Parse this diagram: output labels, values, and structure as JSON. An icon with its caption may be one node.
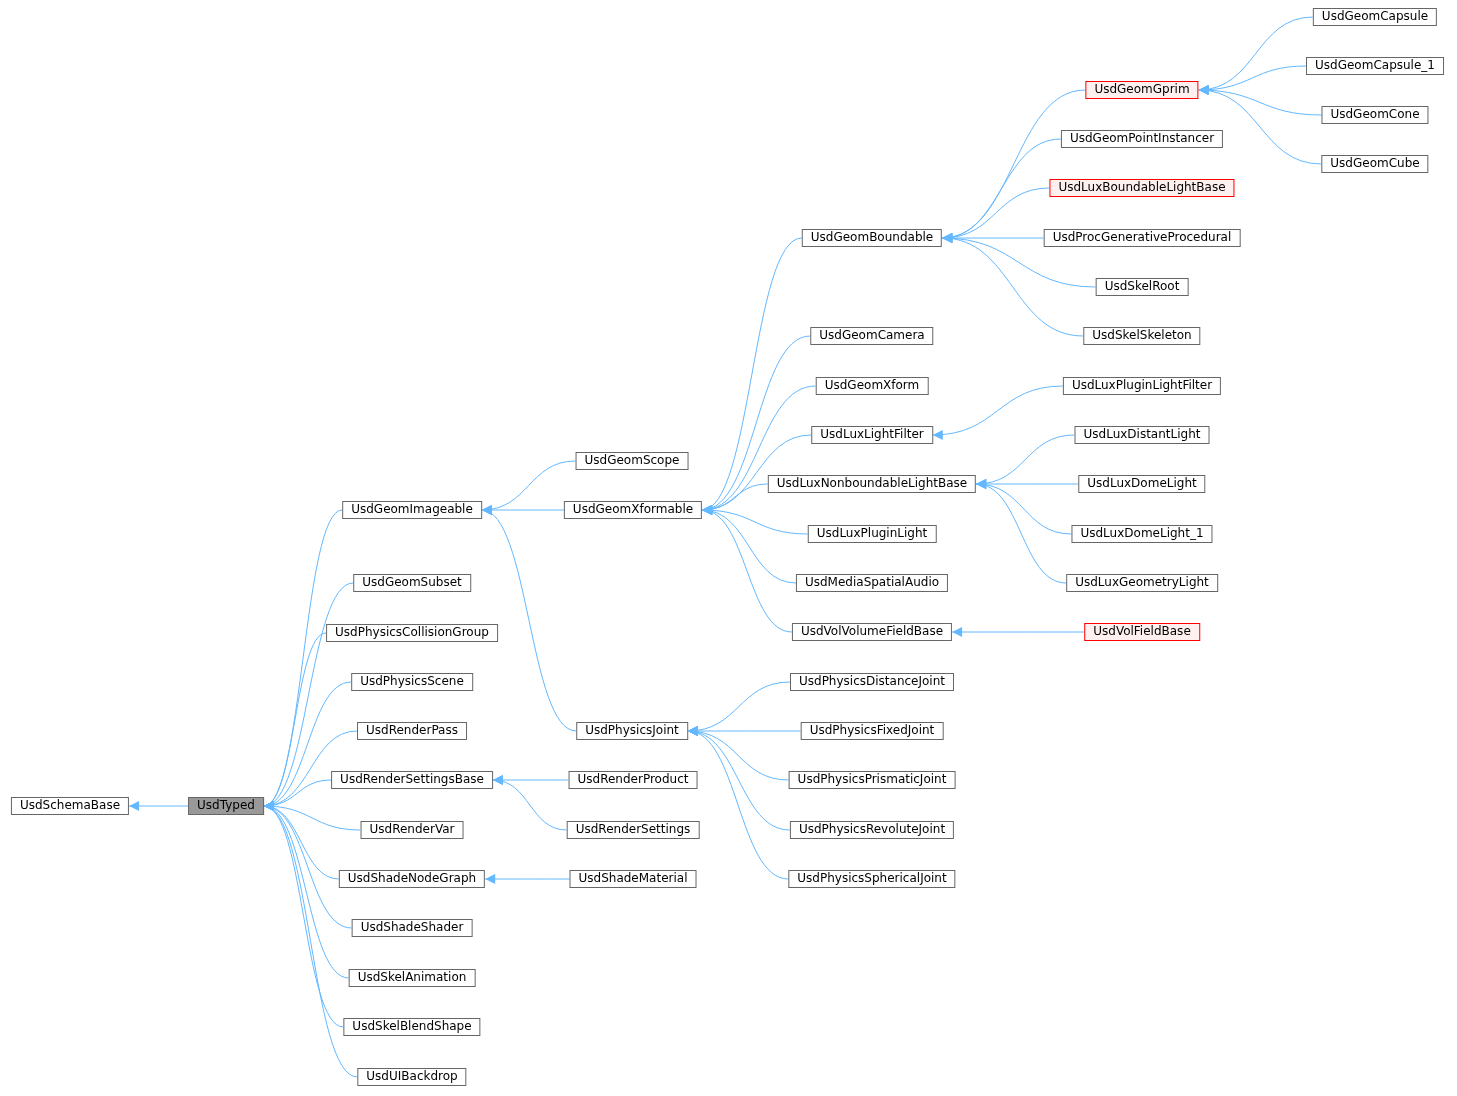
{
  "diagram": {
    "nodes": [
      {
        "text": [
          "UsdSchemaBase"
        ]
      },
      {
        "text": [
          "UsdTyped"
        ]
      },
      {
        "text": [
          "UsdGeomImageable"
        ]
      },
      {
        "text": [
          "UsdGeomSubset"
        ]
      },
      {
        "text": [
          "UsdPhysicsCollisionGroup"
        ]
      },
      {
        "text": [
          "UsdPhysicsScene"
        ]
      },
      {
        "text": [
          "UsdRenderPass"
        ]
      },
      {
        "text": [
          "UsdRenderSettingsBase"
        ]
      },
      {
        "text": [
          "UsdRenderVar"
        ]
      },
      {
        "text": [
          "UsdShadeNodeGraph"
        ]
      },
      {
        "text": [
          "UsdShadeShader"
        ]
      },
      {
        "text": [
          "UsdSkelAnimation"
        ]
      },
      {
        "text": [
          "UsdSkelBlendShape"
        ]
      },
      {
        "text": [
          "UsdUIBackdrop"
        ]
      },
      {
        "text": [
          "UsdGeomScope"
        ]
      },
      {
        "text": [
          "UsdGeomXformable"
        ]
      },
      {
        "text": [
          "UsdPhysicsJoint"
        ]
      },
      {
        "text": [
          "UsdRenderProduct"
        ]
      },
      {
        "text": [
          "UsdRenderSettings"
        ]
      },
      {
        "text": [
          "UsdShadeMaterial"
        ]
      },
      {
        "text": [
          "UsdGeomBoundable"
        ]
      },
      {
        "text": [
          "UsdGeomCamera"
        ]
      },
      {
        "text": [
          "UsdGeomXform"
        ]
      },
      {
        "text": [
          "UsdLuxLightFilter"
        ]
      },
      {
        "text": [
          "UsdLuxNonboundableLightBase"
        ]
      },
      {
        "text": [
          "UsdLuxPluginLight"
        ]
      },
      {
        "text": [
          "UsdMediaSpatialAudio"
        ]
      },
      {
        "text": [
          "UsdVolVolumeFieldBase"
        ]
      },
      {
        "text": [
          "UsdPhysicsDistanceJoint"
        ]
      },
      {
        "text": [
          "UsdPhysicsFixedJoint"
        ]
      },
      {
        "text": [
          "UsdPhysicsPrismaticJoint"
        ]
      },
      {
        "text": [
          "UsdPhysicsRevoluteJoint"
        ]
      },
      {
        "text": [
          "UsdPhysicsSphericalJoint"
        ]
      },
      {
        "text": [
          "UsdGeomGprim"
        ]
      },
      {
        "text": [
          "UsdGeomPointInstancer"
        ]
      },
      {
        "text": [
          "UsdLuxBoundableLightBase"
        ]
      },
      {
        "text": [
          "UsdProcGenerativeProcedural"
        ]
      },
      {
        "text": [
          "UsdSkelRoot"
        ]
      },
      {
        "text": [
          "UsdSkelSkeleton"
        ]
      },
      {
        "text": [
          "UsdLuxPluginLightFilter"
        ]
      },
      {
        "text": [
          "UsdLuxDistantLight"
        ]
      },
      {
        "text": [
          "UsdLuxDomeLight"
        ]
      },
      {
        "text": [
          "UsdLuxDomeLight_1"
        ]
      },
      {
        "text": [
          "UsdLuxGeometryLight"
        ]
      },
      {
        "text": [
          "UsdVolFieldBase"
        ]
      },
      {
        "text": [
          "UsdGeomCapsule"
        ]
      },
      {
        "text": [
          "UsdGeomCapsule_1"
        ]
      },
      {
        "text": [
          "UsdGeomCone"
        ]
      },
      {
        "text": [
          "UsdGeomCube"
        ]
      }
    ],
    "edges": [
      {
        "from": 1,
        "to": 0,
        "arrow": "to"
      },
      {
        "from": 2,
        "to": 1,
        "arrow": "to"
      },
      {
        "from": 3,
        "to": 1,
        "arrow": "to"
      },
      {
        "from": 4,
        "to": 1,
        "arrow": "to"
      },
      {
        "from": 5,
        "to": 1,
        "arrow": "to"
      },
      {
        "from": 6,
        "to": 1,
        "arrow": "to"
      },
      {
        "from": 7,
        "to": 1,
        "arrow": "to"
      },
      {
        "from": 8,
        "to": 1,
        "arrow": "to"
      },
      {
        "from": 9,
        "to": 1,
        "arrow": "to"
      },
      {
        "from": 10,
        "to": 1,
        "arrow": "to"
      },
      {
        "from": 11,
        "to": 1,
        "arrow": "to"
      },
      {
        "from": 12,
        "to": 1,
        "arrow": "to"
      },
      {
        "from": 13,
        "to": 1,
        "arrow": "to"
      },
      {
        "from": 14,
        "to": 2,
        "arrow": "to"
      },
      {
        "from": 15,
        "to": 2,
        "arrow": "to"
      },
      {
        "from": 16,
        "to": 2,
        "arrow": "to"
      },
      {
        "from": 17,
        "to": 7,
        "arrow": "to"
      },
      {
        "from": 18,
        "to": 7,
        "arrow": "to"
      },
      {
        "from": 19,
        "to": 9,
        "arrow": "to"
      },
      {
        "from": 20,
        "to": 15,
        "arrow": "to"
      },
      {
        "from": 21,
        "to": 15,
        "arrow": "to"
      },
      {
        "from": 22,
        "to": 15,
        "arrow": "to"
      },
      {
        "from": 23,
        "to": 15,
        "arrow": "to"
      },
      {
        "from": 24,
        "to": 15,
        "arrow": "to"
      },
      {
        "from": 25,
        "to": 15,
        "arrow": "to"
      },
      {
        "from": 26,
        "to": 15,
        "arrow": "to"
      },
      {
        "from": 27,
        "to": 15,
        "arrow": "to"
      },
      {
        "from": 28,
        "to": 16,
        "arrow": "to"
      },
      {
        "from": 29,
        "to": 16,
        "arrow": "to"
      },
      {
        "from": 30,
        "to": 16,
        "arrow": "to"
      },
      {
        "from": 31,
        "to": 16,
        "arrow": "to"
      },
      {
        "from": 32,
        "to": 16,
        "arrow": "to"
      },
      {
        "from": 33,
        "to": 20,
        "arrow": "to"
      },
      {
        "from": 34,
        "to": 20,
        "arrow": "to"
      },
      {
        "from": 35,
        "to": 20,
        "arrow": "to"
      },
      {
        "from": 36,
        "to": 20,
        "arrow": "to"
      },
      {
        "from": 37,
        "to": 20,
        "arrow": "to"
      },
      {
        "from": 38,
        "to": 20,
        "arrow": "to"
      },
      {
        "from": 39,
        "to": 23,
        "arrow": "to"
      },
      {
        "from": 40,
        "to": 24,
        "arrow": "to"
      },
      {
        "from": 41,
        "to": 24,
        "arrow": "to"
      },
      {
        "from": 42,
        "to": 24,
        "arrow": "to"
      },
      {
        "from": 43,
        "to": 24,
        "arrow": "to"
      },
      {
        "from": 44,
        "to": 27,
        "arrow": "to"
      },
      {
        "from": 45,
        "to": 33,
        "arrow": "to"
      },
      {
        "from": 46,
        "to": 33,
        "arrow": "to"
      },
      {
        "from": 47,
        "to": 33,
        "arrow": "to"
      },
      {
        "from": 48,
        "to": 33,
        "arrow": "to"
      }
    ]
  }
}
